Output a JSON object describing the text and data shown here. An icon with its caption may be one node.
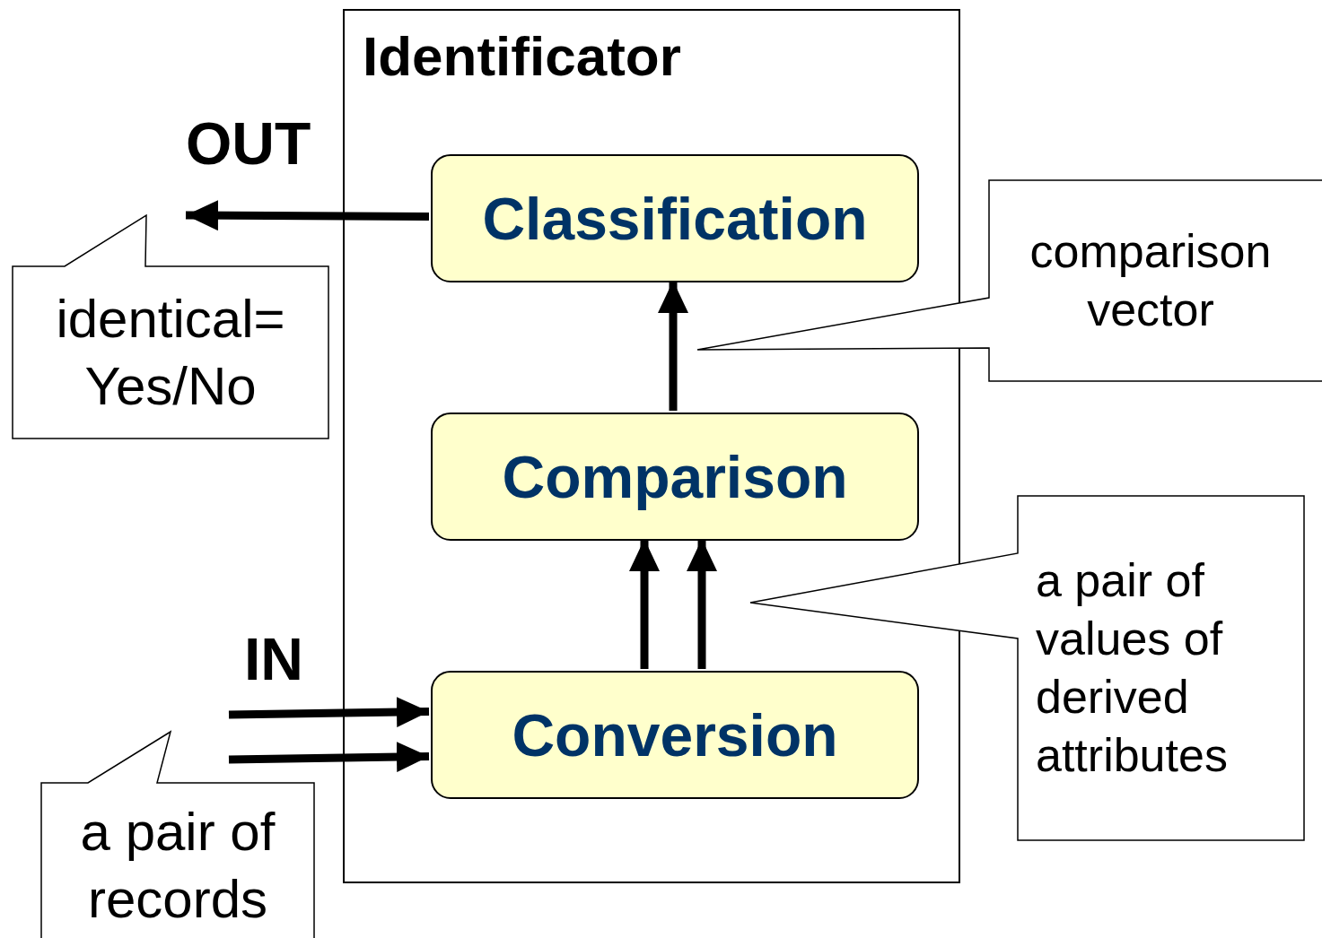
{
  "diagram": {
    "nodes": [
      {
        "text": [
          "Identificator"
        ]
      },
      {
        "text": [
          "Classification"
        ],
        "in": 0
      },
      {
        "text": [
          "Comparison"
        ],
        "in": 0
      },
      {
        "text": [
          "Conversion"
        ],
        "in": 0
      },
      {
        "text": [
          "identical= Yes/No"
        ]
      },
      {
        "text": [
          "comparison vector"
        ]
      },
      {
        "text": [
          "a pair of values of derived attributes"
        ]
      },
      {
        "text": [
          "a pair of records"
        ]
      }
    ],
    "edges": [
      {
        "from": 1,
        "to": 4,
        "arrow": "to"
      },
      {
        "from": 2,
        "to": 1,
        "arrow": "to"
      },
      {
        "from": 3,
        "to": 2,
        "arrow": "to"
      },
      {
        "from": 3,
        "to": 2,
        "arrow": "to"
      },
      {
        "from": null,
        "to": 3,
        "arrow": "to"
      },
      {
        "from": null,
        "to": 3,
        "arrow": "to"
      }
    ],
    "labels": [
      "OUT",
      "IN"
    ]
  }
}
